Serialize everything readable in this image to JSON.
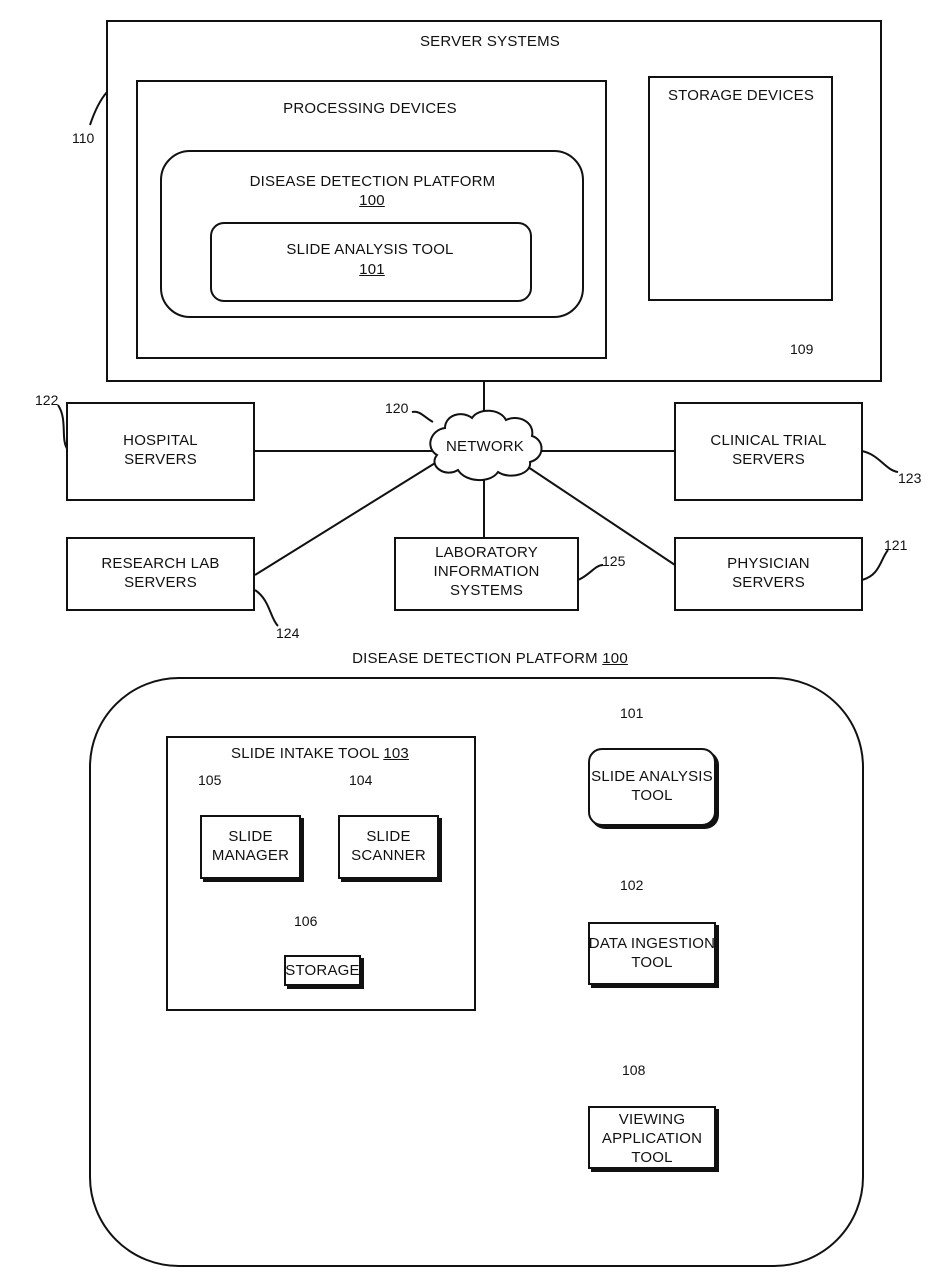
{
  "server_systems": {
    "label": "SERVER SYSTEMS",
    "ref": "110"
  },
  "processing_devices": {
    "label": "PROCESSING DEVICES"
  },
  "platform_inner": {
    "label": "DISEASE DETECTION PLATFORM",
    "ref": "100"
  },
  "slide_analysis_inner": {
    "label": "SLIDE ANALYSIS TOOL",
    "ref": "101"
  },
  "storage_devices": {
    "label": "STORAGE DEVICES",
    "ref": "109"
  },
  "network": {
    "label": "NETWORK",
    "ref": "120"
  },
  "hospital": {
    "label": "HOSPITAL\nSERVERS",
    "ref": "122"
  },
  "clinical": {
    "label": "CLINICAL TRIAL\nSERVERS",
    "ref": "123"
  },
  "research": {
    "label": "RESEARCH LAB\nSERVERS",
    "ref": "124"
  },
  "lis": {
    "label": "LABORATORY\nINFORMATION\nSYSTEMS",
    "ref": "125"
  },
  "physician": {
    "label": "PHYSICIAN\nSERVERS",
    "ref": "121"
  },
  "platform_detail": {
    "label": "DISEASE DETECTION PLATFORM",
    "ref": "100"
  },
  "intake": {
    "label": "SLIDE INTAKE TOOL",
    "ref": "103"
  },
  "slide_manager": {
    "label": "SLIDE\nMANAGER",
    "ref": "105"
  },
  "slide_scanner": {
    "label": "SLIDE\nSCANNER",
    "ref": "104"
  },
  "storage": {
    "label": "STORAGE",
    "ref": "106"
  },
  "slide_analysis": {
    "label": "SLIDE ANALYSIS\nTOOL",
    "ref": "101"
  },
  "data_ingestion": {
    "label": "DATA INGESTION\nTOOL",
    "ref": "102"
  },
  "viewing": {
    "label": "VIEWING\nAPPLICATION\nTOOL",
    "ref": "108"
  }
}
